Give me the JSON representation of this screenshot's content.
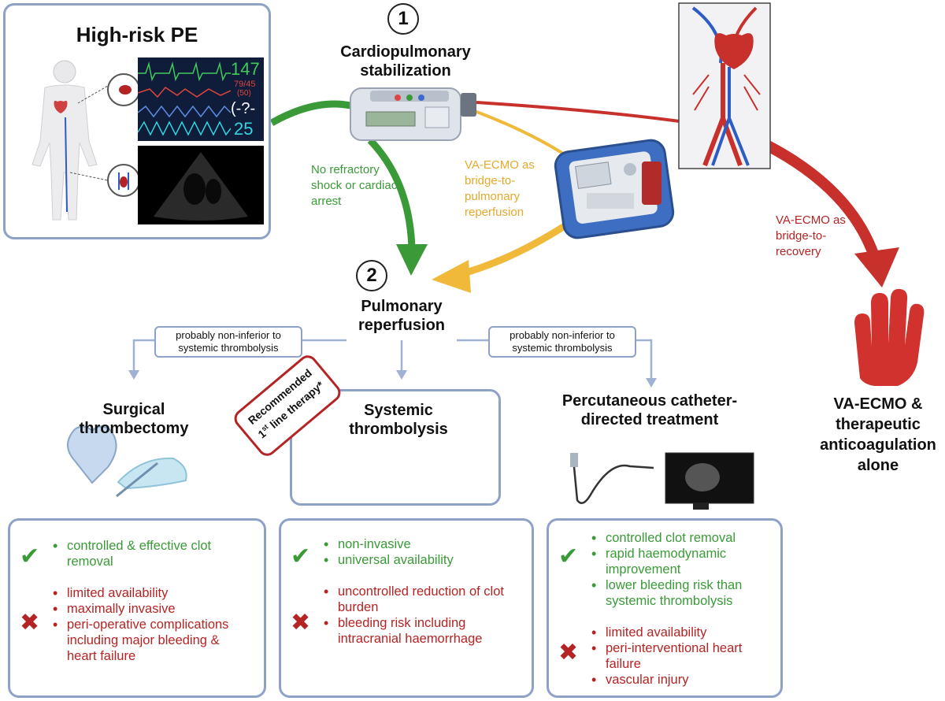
{
  "step1": {
    "number": "1",
    "title": "Cardiopulmonary stabilization"
  },
  "step2": {
    "number": "2",
    "title": "Pulmonary reperfusion"
  },
  "high_risk": {
    "title": "High-risk PE",
    "monitor": {
      "hr": "147",
      "bp": "79/45",
      "map": "(50)",
      "spo2": "(-?-",
      "rr": "25"
    }
  },
  "branches": {
    "green_label": "No refractory shock or cardiac arrest",
    "yellow_label": "VA-ECMO as bridge-to-pulmonary reperfusion",
    "red_label": "VA-ECMO as bridge-to-recovery"
  },
  "noninferior": {
    "left": "probably non-inferior to systemic thrombolysis",
    "right": "probably non-inferior to systemic thrombolysis"
  },
  "badge": {
    "line1": "Recommended",
    "line2a": "1",
    "sup": "st",
    "line2b": " line therapy*"
  },
  "options": {
    "surgical": {
      "title": "Surgical thrombectomy",
      "pros": [
        "controlled & effective clot removal"
      ],
      "cons": [
        "limited availability",
        "maximally invasive",
        "peri-operative complications including major bleeding & heart failure"
      ]
    },
    "systemic": {
      "title": "Systemic thrombolysis",
      "pros": [
        "non-invasive",
        "universal availability"
      ],
      "cons": [
        "uncontrolled reduction of clot burden",
        "bleeding risk including intracranial haemorrhage"
      ]
    },
    "catheter": {
      "title": "Percutaneous catheter-directed treatment",
      "pros": [
        "controlled clot removal",
        "rapid haemodynamic improvement",
        "lower bleeding risk than systemic thrombolysis"
      ],
      "cons": [
        "limited availability",
        "peri-interventional heart failure",
        "vascular injury"
      ]
    }
  },
  "ecmo_alone": {
    "title": "VA-ECMO & therapeutic anticoagulation alone"
  },
  "colors": {
    "green": "#3a9a38",
    "yellow": "#f0b93a",
    "red": "#c8302c",
    "panel_border": "#8ea1c7",
    "connector": "#9fb2d4"
  }
}
